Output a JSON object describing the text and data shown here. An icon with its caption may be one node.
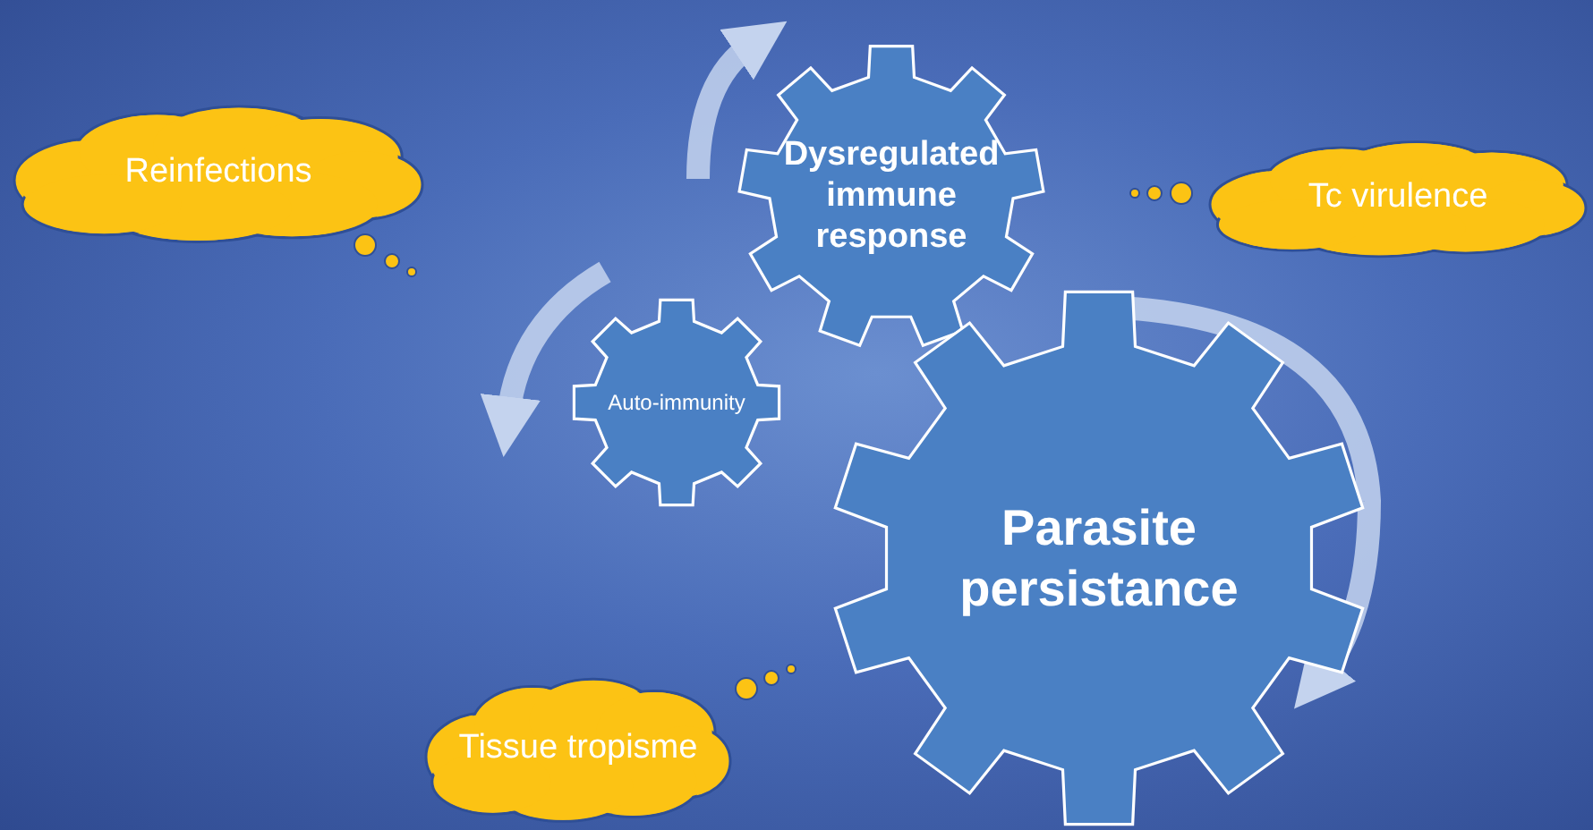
{
  "diagram": {
    "nodes": [
      {
        "text": [
          "Reinfections"
        ]
      },
      {
        "text": [
          "Dysregulated immune response"
        ]
      },
      {
        "text": [
          "Tc virulence"
        ]
      },
      {
        "text": [
          "Auto-immunity"
        ]
      },
      {
        "text": [
          "Parasite persistance"
        ]
      },
      {
        "text": [
          "Tissue tropisme"
        ]
      }
    ],
    "edges": []
  }
}
